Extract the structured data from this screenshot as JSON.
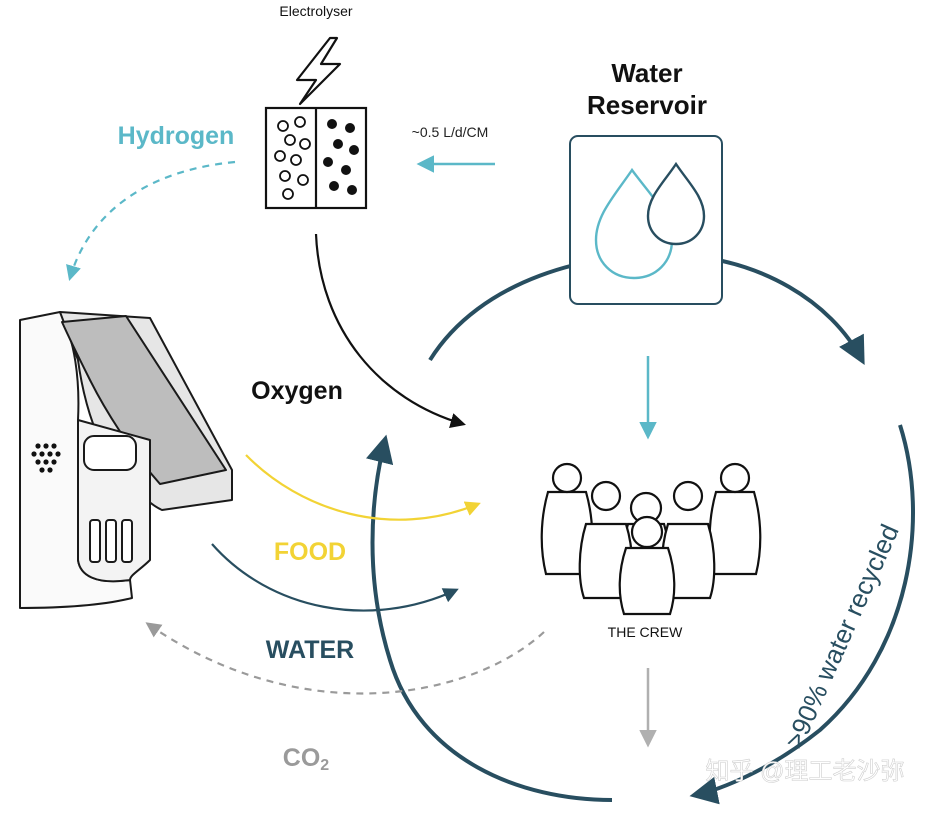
{
  "labels": {
    "electrolyser": "Electrolyser",
    "hydrogen": "Hydrogen",
    "flow_rate": "~0.5 L/d/CM",
    "water_reservoir_line1": "Water",
    "water_reservoir_line2": "Reservoir",
    "oxygen": "Oxygen",
    "food": "FOOD",
    "water": "WATER",
    "co2_base": "CO",
    "co2_sub": "2",
    "the_crew": "THE CREW",
    "recycled": ">90% water recycled",
    "watermark": "知乎 @理工老沙弥"
  },
  "colors": {
    "hydrogen": "#5bb8c8",
    "food": "#f2d335",
    "water": "#284e60",
    "co2": "#9a9a9a",
    "outline": "#1a1a1a",
    "cycle": "#284e60"
  }
}
